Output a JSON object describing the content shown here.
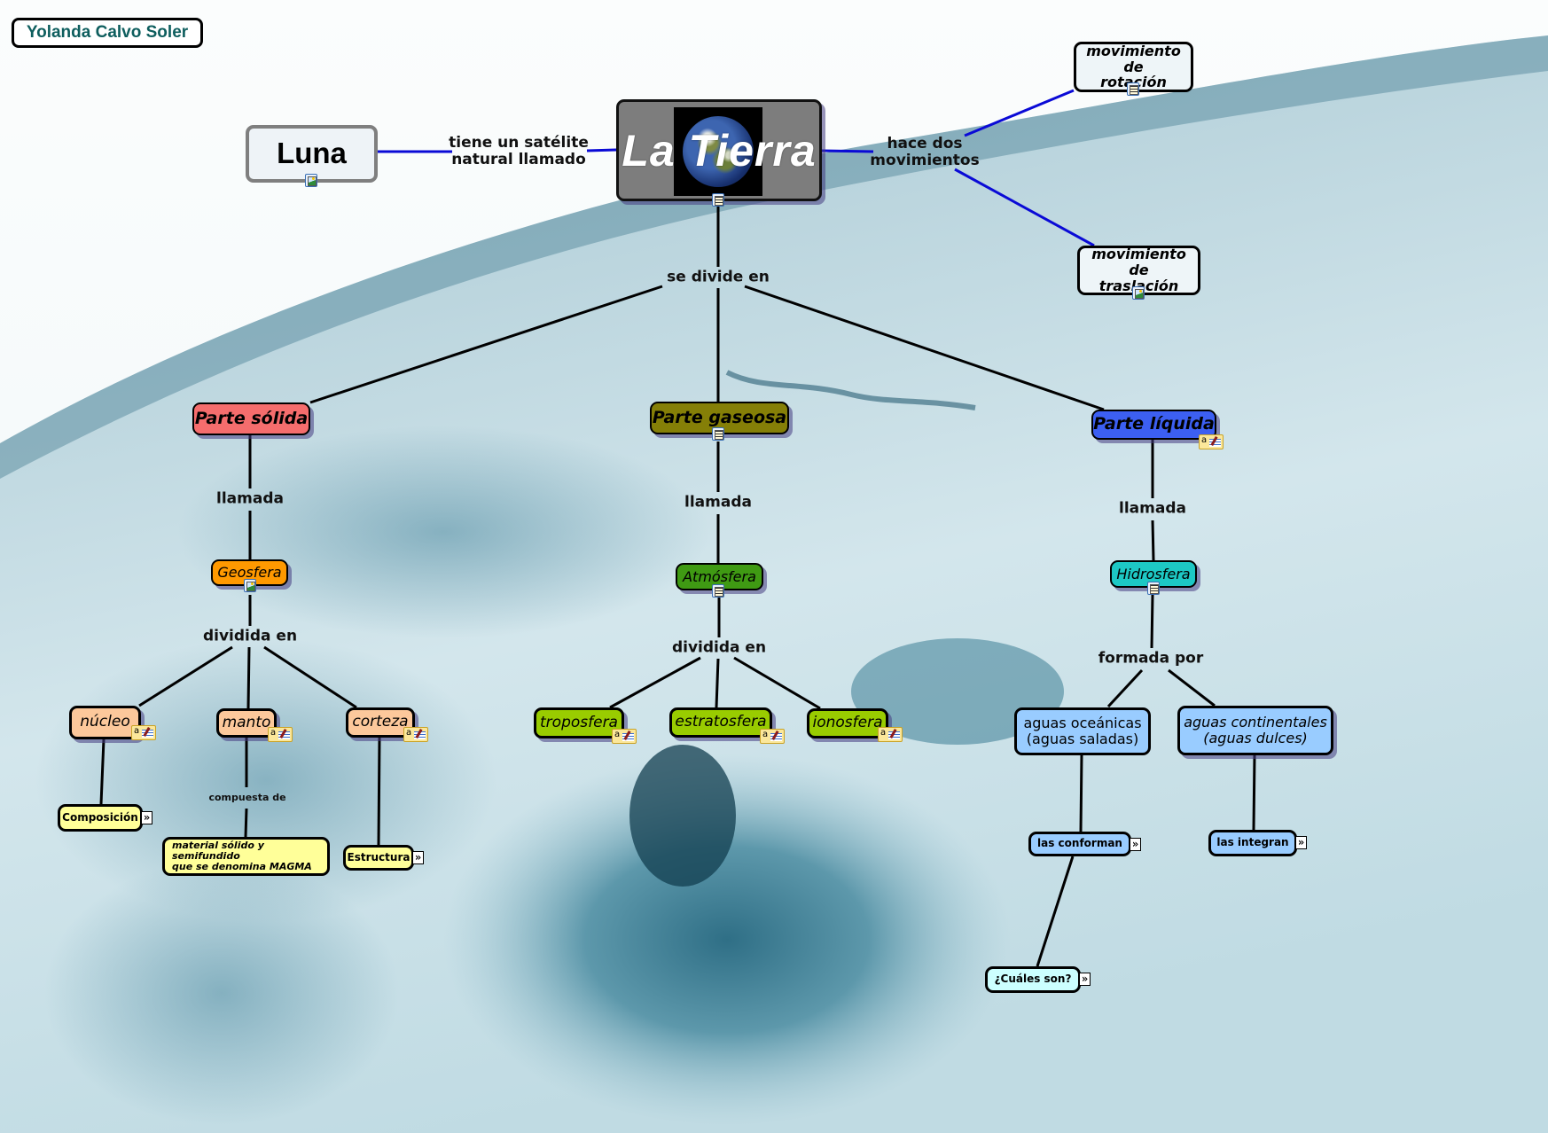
{
  "author": "Yolanda Calvo Soler",
  "colors": {
    "link_blue": "#0a0ad6",
    "link_black": "#000000",
    "luna_bg": "#eef3f7",
    "tierra_bg": "#7d7d7d",
    "movimiento_bg": "#eef5f8",
    "solida": "#f56d6d",
    "gaseosa": "#857f07",
    "liquida": "#3c5ff2",
    "geosfera": "#ff9900",
    "atmosfera": "#3f9a13",
    "hidrosfera": "#1dc8c4",
    "geo_children": "#fcc89b",
    "atmo_children": "#99cc00",
    "hidro_children": "#99ccff",
    "resources": "#ffff99",
    "cuales": "#ccffff"
  },
  "root": {
    "title": "La Tierra",
    "icon": "document-icon"
  },
  "luna": {
    "label": "Luna",
    "link": "tiene un satélite natural llamado",
    "link_lines": [
      "tiene un satélite",
      "natural llamado"
    ],
    "icon": "image-icon"
  },
  "movimientos": {
    "link_lines": [
      "hace dos",
      "movimientos"
    ],
    "rotacion": {
      "lines": [
        "movimiento de",
        "rotación"
      ],
      "icon": "document-icon"
    },
    "traslacion": {
      "lines": [
        "movimiento de",
        "traslación"
      ],
      "icon": "image-icon"
    }
  },
  "divide_link": "se divide en",
  "solida": {
    "label": "Parte sólida",
    "link": "llamada",
    "child": {
      "label": "Geosfera",
      "icon": "image-icon"
    },
    "child_link": "dividida en",
    "layers": [
      {
        "label": "núcleo",
        "note": "a"
      },
      {
        "label": "manto",
        "note": "a"
      },
      {
        "label": "corteza",
        "note": "a"
      }
    ],
    "nucleo_resource": "Composición",
    "manto_link": "compuesta de",
    "manto_child_lines": [
      "material sólido y semifundido",
      "que se denomina MAGMA"
    ],
    "corteza_resource": "Estructura"
  },
  "gaseosa": {
    "label": "Parte gaseosa",
    "icon": "document-icon",
    "link": "llamada",
    "child": {
      "label": "Atmósfera",
      "icon": "document-icon"
    },
    "child_link": "dividida en",
    "layers": [
      {
        "label": "troposfera",
        "note": "a"
      },
      {
        "label": "estratosfera",
        "note": "a"
      },
      {
        "label": "ionosfera",
        "note": "a"
      }
    ]
  },
  "liquida": {
    "label": "Parte líquida",
    "note": "a",
    "link": "llamada",
    "child": {
      "label": "Hidrosfera",
      "icon": "document-icon"
    },
    "child_link": "formada por",
    "oceanicas_lines": [
      "aguas oceánicas",
      "(aguas saladas)"
    ],
    "continentales_lines": [
      "aguas continentales",
      "(aguas dulces)"
    ],
    "oceanicas_resource": "las conforman",
    "continentales_resource": "las integran",
    "cuales": "¿Cuáles son?"
  },
  "more_glyph": "»"
}
